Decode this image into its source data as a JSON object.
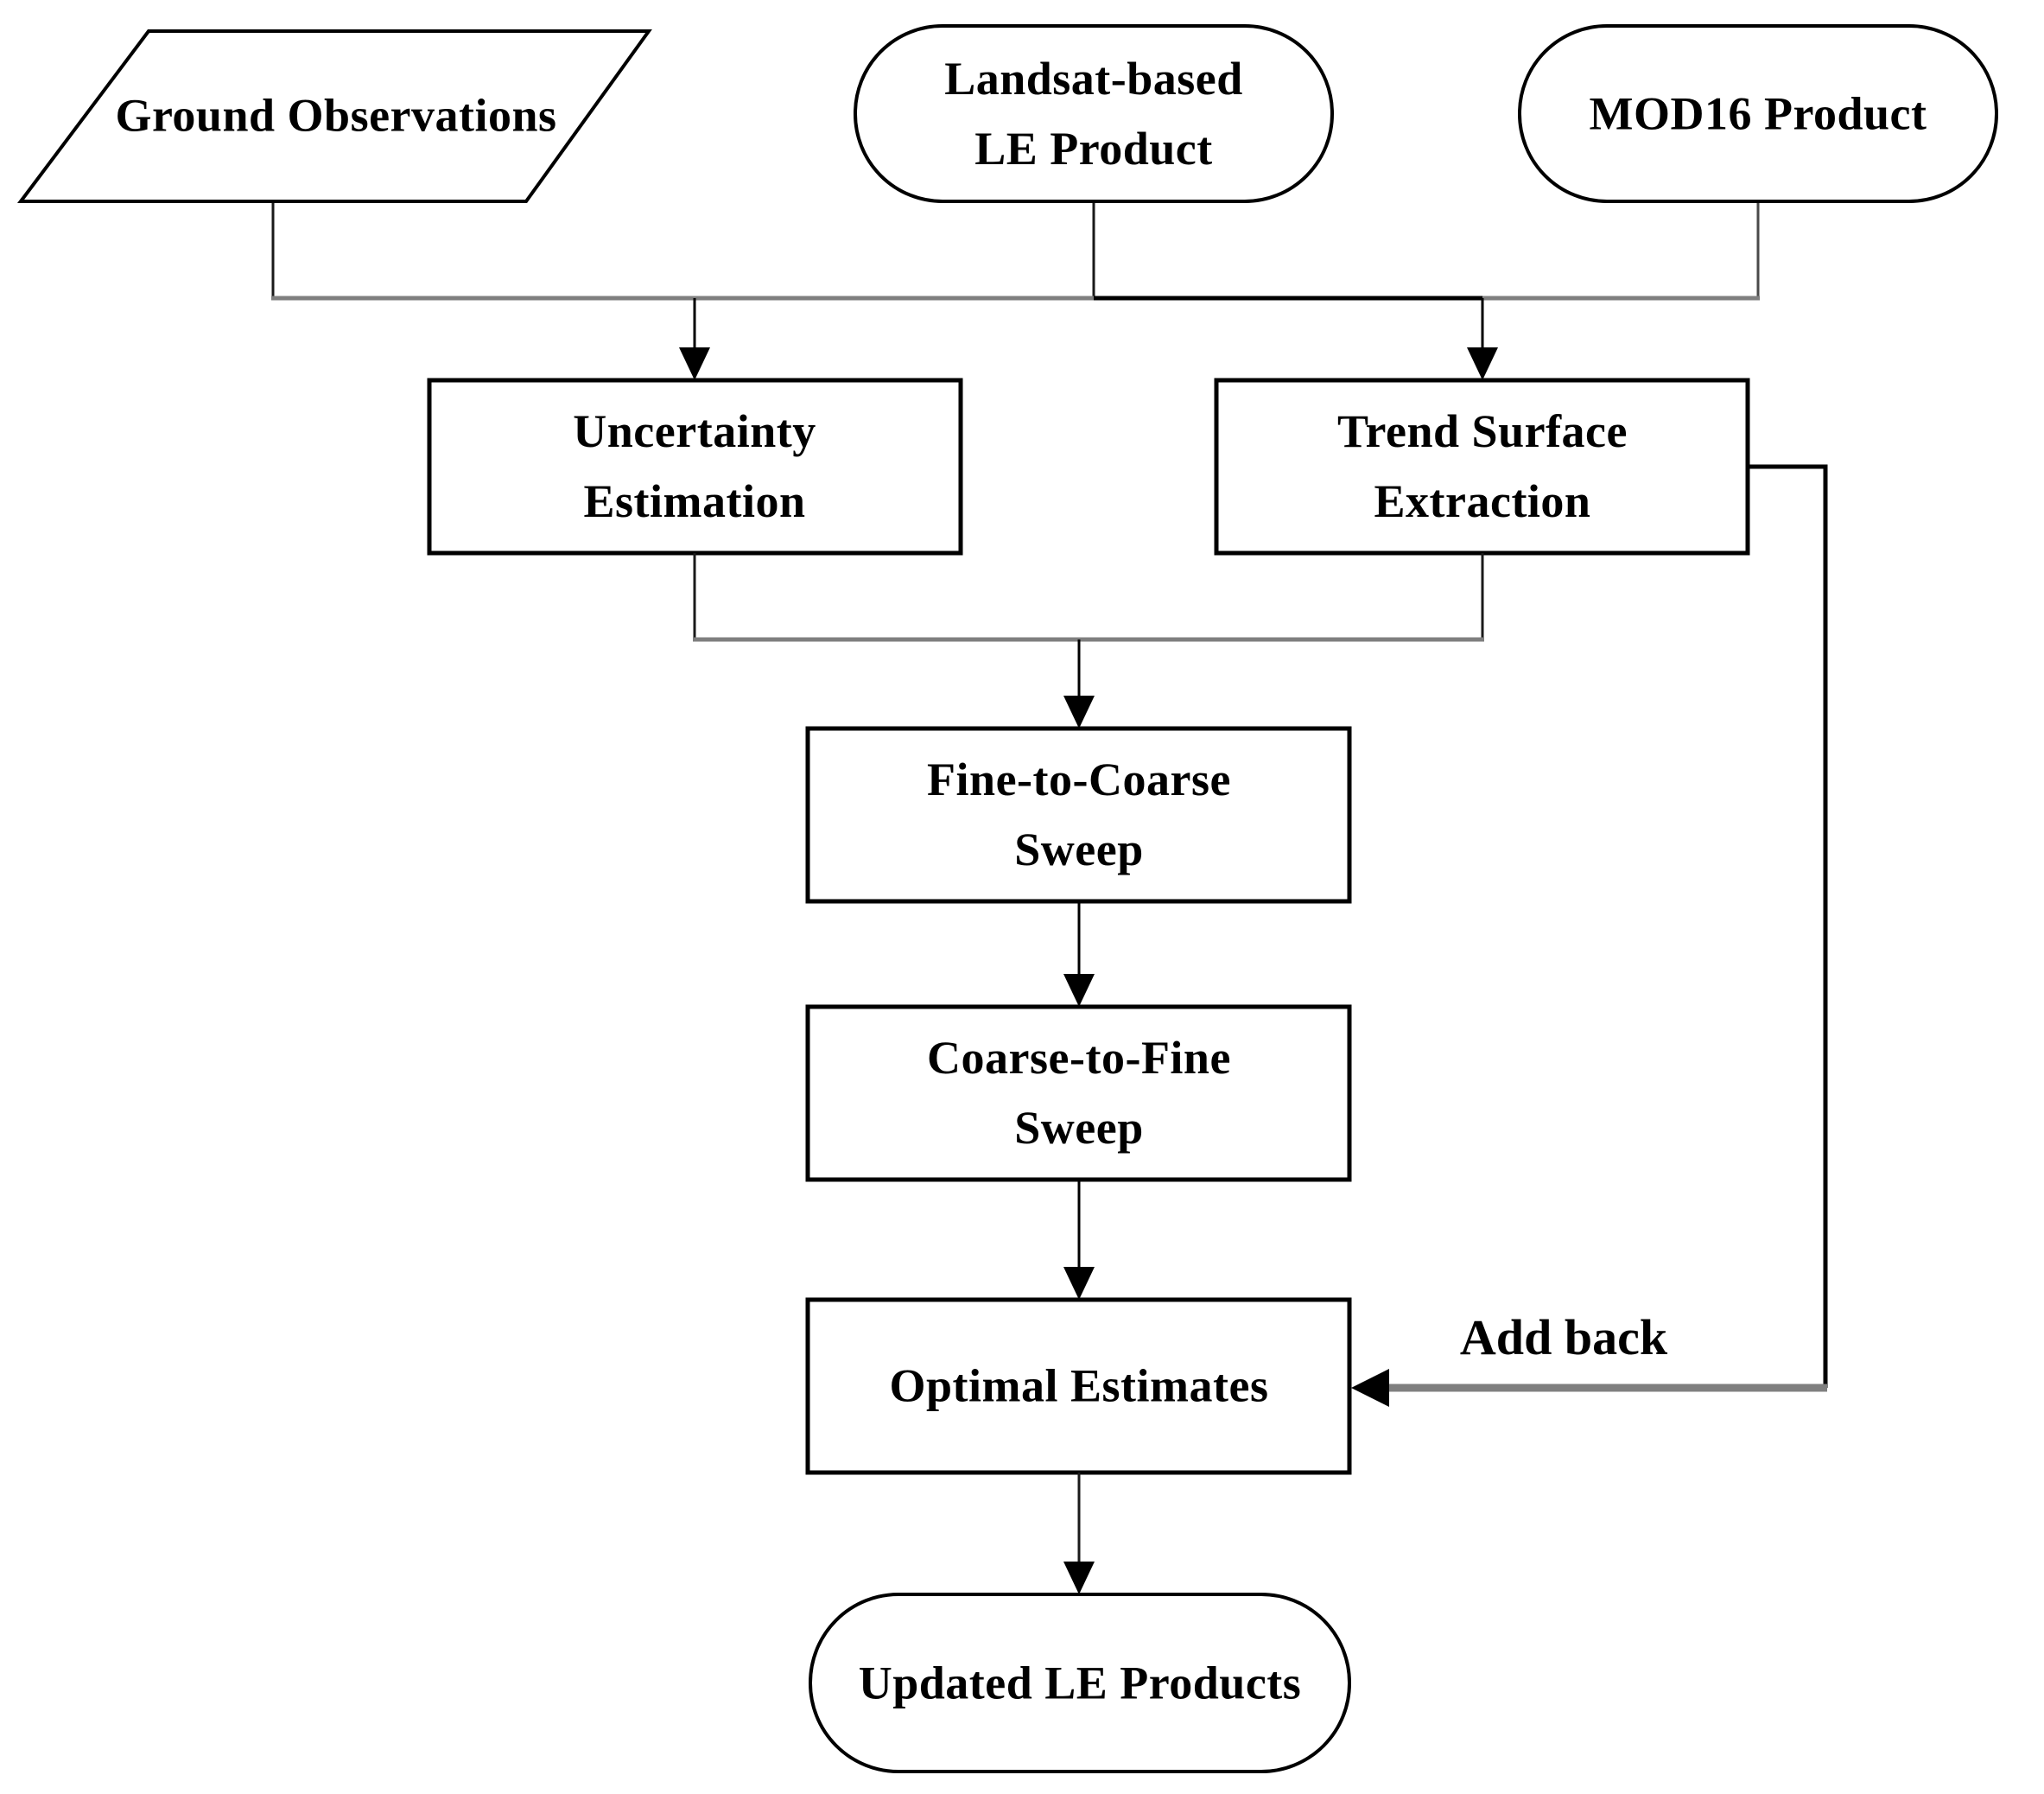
{
  "diagram": {
    "nodes": {
      "ground": {
        "label": "Ground Observations",
        "shape": "parallelogram"
      },
      "landsat": {
        "label": "Landsat-based\nLE Product",
        "shape": "stadium"
      },
      "mod16": {
        "label": "MOD16 Product",
        "shape": "stadium"
      },
      "uncertainty": {
        "label": "Uncertainty\nEstimation",
        "shape": "rectangle"
      },
      "trend": {
        "label": "Trend Surface\nExtraction",
        "shape": "rectangle"
      },
      "fine_sweep": {
        "label": "Fine-to-Coarse\nSweep",
        "shape": "rectangle"
      },
      "coarse_sweep": {
        "label": "Coarse-to-Fine\nSweep",
        "shape": "rectangle"
      },
      "optimal": {
        "label": "Optimal Estimates",
        "shape": "rectangle"
      },
      "updated": {
        "label": "Updated LE Products",
        "shape": "stadium"
      }
    },
    "edge_labels": {
      "add_back": "Add back"
    },
    "colors": {
      "line_black": "#000000",
      "line_gray": "#7f7f7f",
      "text": "#000000",
      "background": "#ffffff"
    }
  }
}
